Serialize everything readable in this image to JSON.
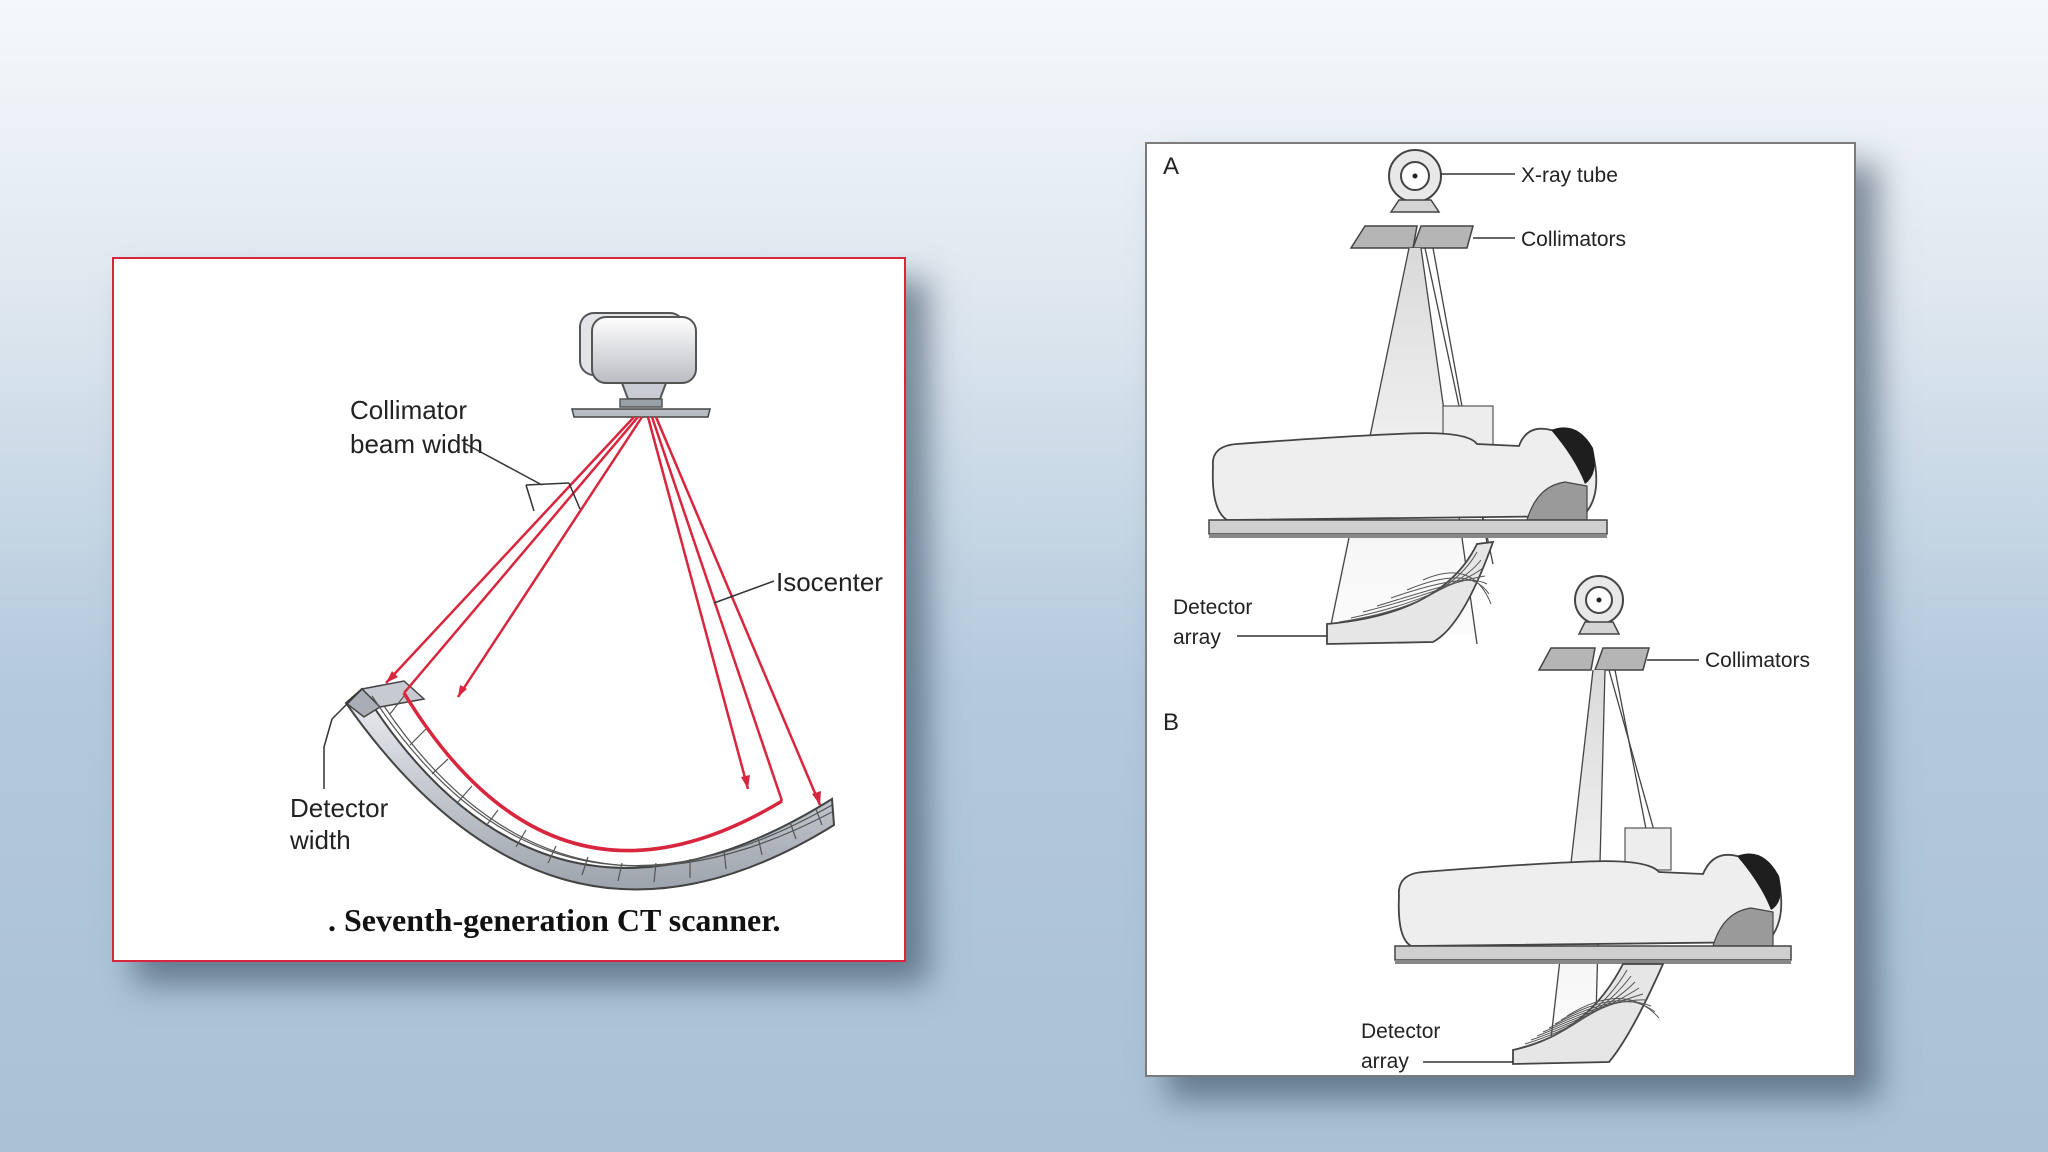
{
  "left_figure": {
    "labels": {
      "collimator_line1": "Collimator",
      "collimator_line2": "beam width",
      "isocenter": "Isocenter",
      "detector_line1": "Detector",
      "detector_line2": "width"
    },
    "caption": ". Seventh-generation CT scanner."
  },
  "right_figure": {
    "panel_a": {
      "letter": "A",
      "xray_tube": "X-ray tube",
      "collimators": "Collimators",
      "detector_line1": "Detector",
      "detector_line2": "array"
    },
    "panel_b": {
      "letter": "B",
      "collimators": "Collimators",
      "detector_line1": "Detector",
      "detector_line2": "array"
    }
  },
  "colors": {
    "beam": "#d7263d",
    "frame_left": "#d7263d",
    "frame_right": "#7b7b7b"
  }
}
